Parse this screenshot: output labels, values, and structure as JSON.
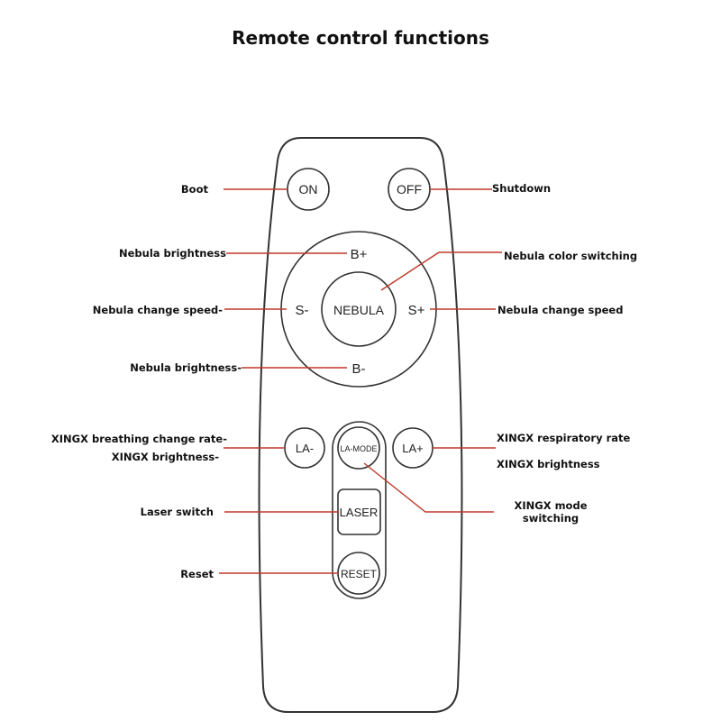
{
  "title": "Remote control functions",
  "colors": {
    "leader_line": "#c0392b",
    "outline": "#333333",
    "text": "#111111"
  },
  "buttons": {
    "on": "ON",
    "off": "OFF",
    "b_plus": "B+",
    "b_minus": "B-",
    "s_minus": "S-",
    "s_plus": "S+",
    "nebula": "NEBULA",
    "la_minus": "LA-",
    "la_mode": "LA-MODE",
    "la_plus": "LA+",
    "laser": "LASER",
    "reset": "RESET"
  },
  "labels": {
    "boot": "Boot",
    "shutdown": "Shutdown",
    "nebula_brightness_plus": "Nebula brightness",
    "nebula_color_switching": "Nebula color switching",
    "nebula_speed_minus": "Nebula change speed-",
    "nebula_speed_plus": "Nebula change speed",
    "nebula_brightness_minus": "Nebula brightness-",
    "xingx_breathing_rate_minus": "XINGX breathing change rate-",
    "xingx_brightness_minus": "XINGX brightness-",
    "xingx_respiratory_rate": "XINGX respiratory rate",
    "xingx_brightness": "XINGX brightness",
    "xingx_mode_line1": "XINGX mode",
    "xingx_mode_line2": "switching",
    "laser_switch": "Laser switch",
    "reset": "Reset"
  }
}
